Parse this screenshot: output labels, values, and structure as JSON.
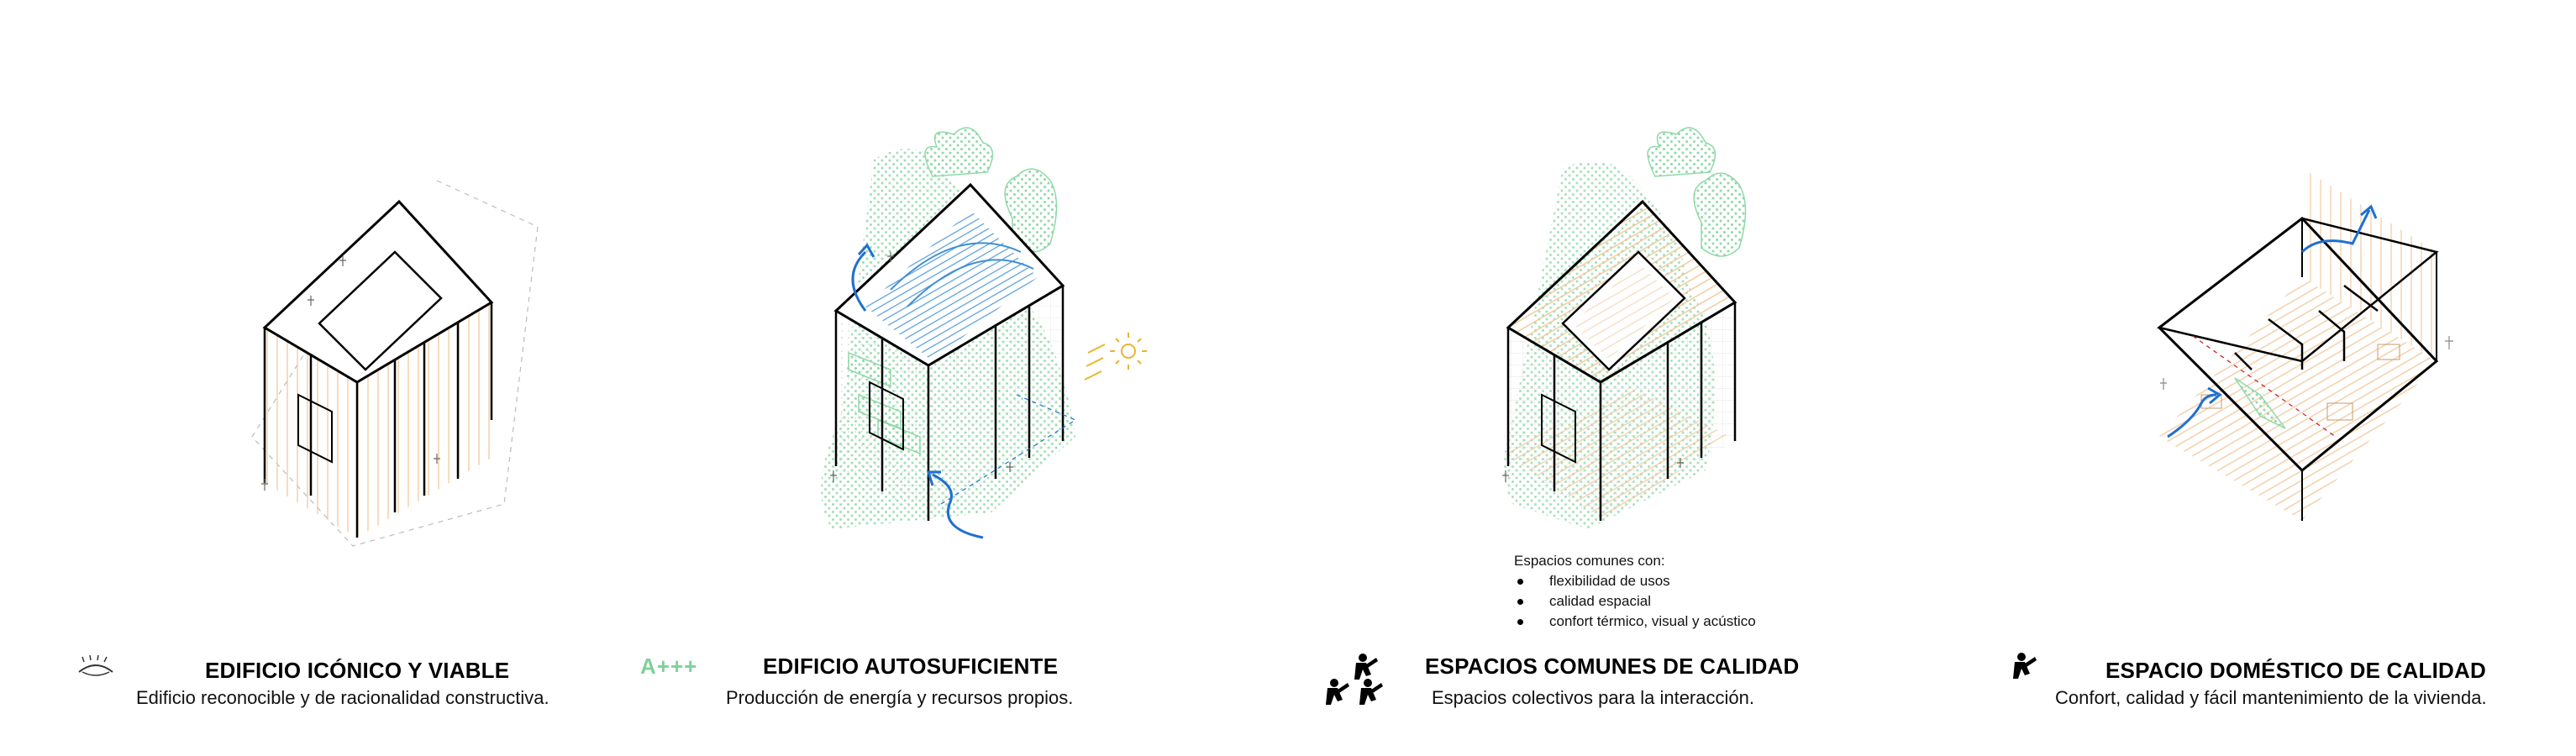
{
  "colors": {
    "line": "#000000",
    "warm_hatch": "#f0c79a",
    "green_dots": "#8fd9a8",
    "solar_blue": "#3f8fd6",
    "arrow_blue": "#1f6fd1",
    "sun_yellow": "#e9b52f",
    "rating_green": "#7fd19a"
  },
  "panels": [
    {
      "title": "EDIFICIO ICÓNICO Y VIABLE",
      "subtitle": "Edificio reconocible y de racionalidad constructiva.",
      "icon": "eye-icon"
    },
    {
      "title": "EDIFICIO AUTOSUFICIENTE",
      "subtitle": "Producción de energía y recursos propios.",
      "rating": "A+++",
      "icon": "energy-rating-badge"
    },
    {
      "title": "ESPACIOS COMUNES DE CALIDAD",
      "subtitle": "Espacios colectivos para la interacción.",
      "icon": "group-people-icon",
      "note_title": "Espacios comunes con:",
      "note_items": [
        "flexibilidad de usos",
        "calidad espacial",
        "confort térmico, visual y acústico"
      ]
    },
    {
      "title": "ESPACIO DOMÉSTICO DE CALIDAD",
      "subtitle": "Confort, calidad y fácil mantenimiento de la vivienda.",
      "icon": "person-icon"
    }
  ]
}
